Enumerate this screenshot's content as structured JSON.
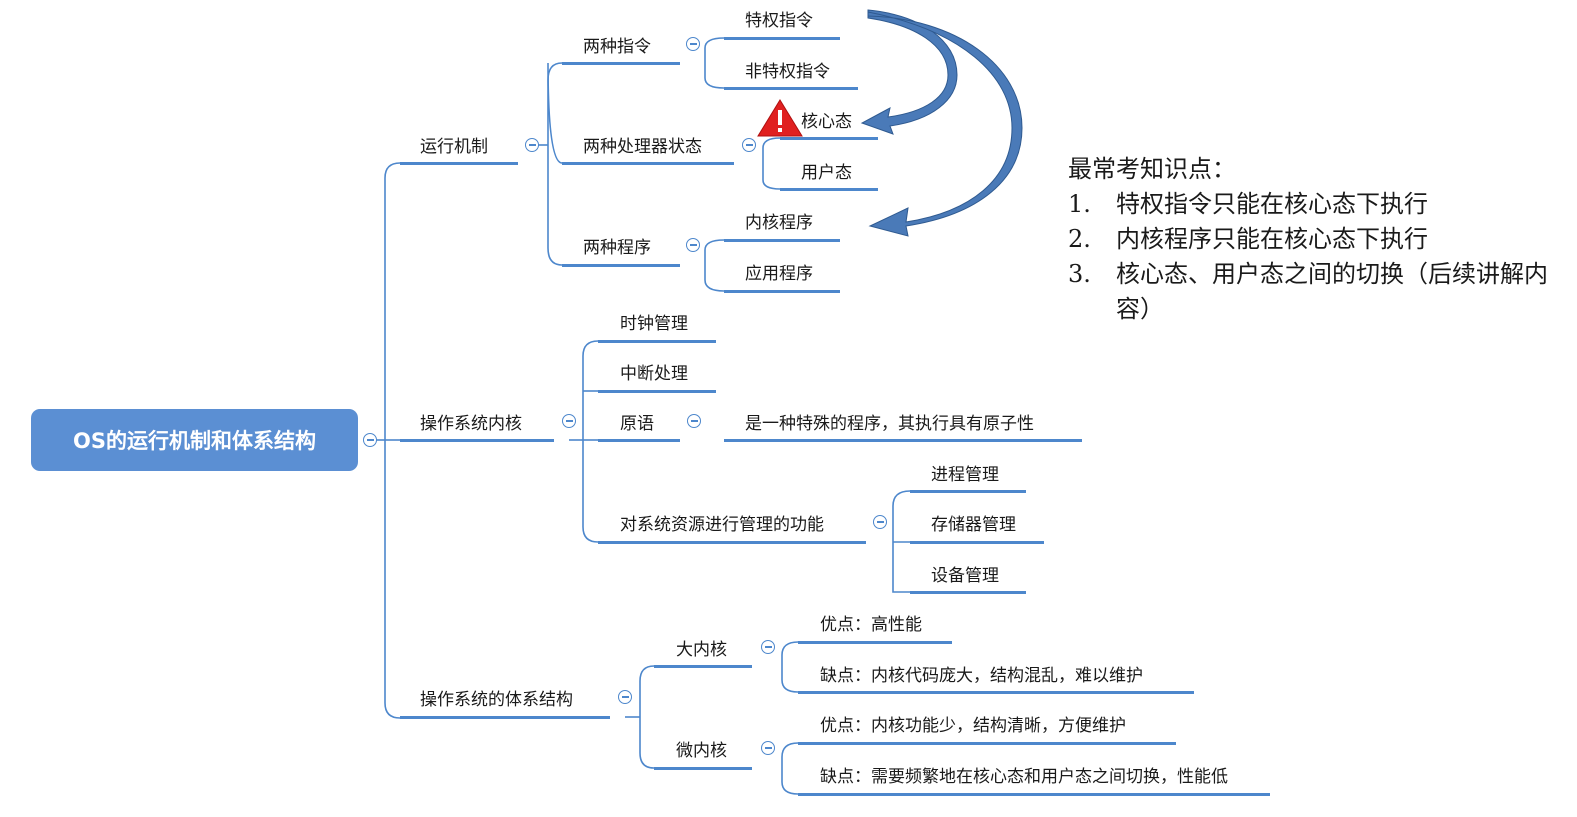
{
  "root": {
    "label": "OS的运行机制和体系结构"
  },
  "nodes": {
    "yunxing": "运行机制",
    "liangzhong_zhiling": "两种指令",
    "tequan_zhiling": "特权指令",
    "fei_tequan_zhiling": "非特权指令",
    "liangzhong_chuliqi": "两种处理器状态",
    "hexin_tai": "核心态",
    "yonghu_tai": "用户态",
    "liangzhong_chengxu": "两种程序",
    "neihe_chengxu": "内核程序",
    "yingyong_chengxu": "应用程序",
    "neihe": "操作系统内核",
    "shizhong": "时钟管理",
    "zhongduan": "中断处理",
    "yuanyu": "原语",
    "yuanyu_desc": "是一种特殊的程序，其执行具有原子性",
    "ziyuan": "对系统资源进行管理的功能",
    "jincheng": "进程管理",
    "cunchu": "存储器管理",
    "shebei": "设备管理",
    "tixi": "操作系统的体系结构",
    "da_neihe": "大内核",
    "da_you": "优点：高性能",
    "da_que": "缺点：内核代码庞大，结构混乱，难以维护",
    "wei_neihe": "微内核",
    "wei_you": "优点：内核功能少，结构清晰，方便维护",
    "wei_que": "缺点：需要频繁地在核心态和用户态之间切换，性能低"
  },
  "notes": {
    "heading": "最常考知识点：",
    "items": [
      {
        "num": "1.",
        "text": "特权指令只能在核心态下执行"
      },
      {
        "num": "2.",
        "text": "内核程序只能在核心态下执行"
      },
      {
        "num": "3.",
        "text": "核心态、用户态之间的切换（后续讲解内容）"
      }
    ]
  },
  "colors": {
    "accent": "#4d87cc",
    "root_fill": "#5b8fd3",
    "arrow_fill": "#4a7ab8",
    "warning": "#e02020"
  },
  "icons": {
    "collapse": "minus-circle-icon",
    "warning": "warning-triangle-icon"
  }
}
